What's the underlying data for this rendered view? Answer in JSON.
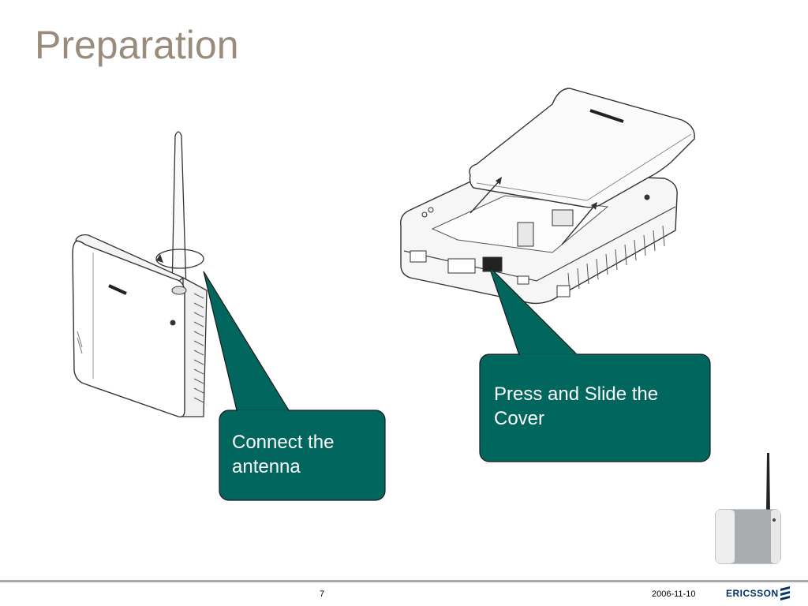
{
  "slide": {
    "title": "Preparation"
  },
  "callouts": {
    "antenna": "Connect the antenna",
    "cover": "Press and Slide the Cover"
  },
  "footer": {
    "page_number": "7",
    "date": "2006-11-10",
    "brand": "ERICSSON"
  },
  "colors": {
    "title": "#9a8c7c",
    "callout_fill": "#00665e",
    "footer_rule": "#a8a8a8",
    "brand": "#003366"
  },
  "icons": {
    "device_antenna_illustration": "base-station-with-antenna",
    "device_open_cover_illustration": "base-station-cover-open",
    "device_thumbnail": "base-station-photo",
    "brand_logo": "ericsson-three-bars-icon"
  }
}
